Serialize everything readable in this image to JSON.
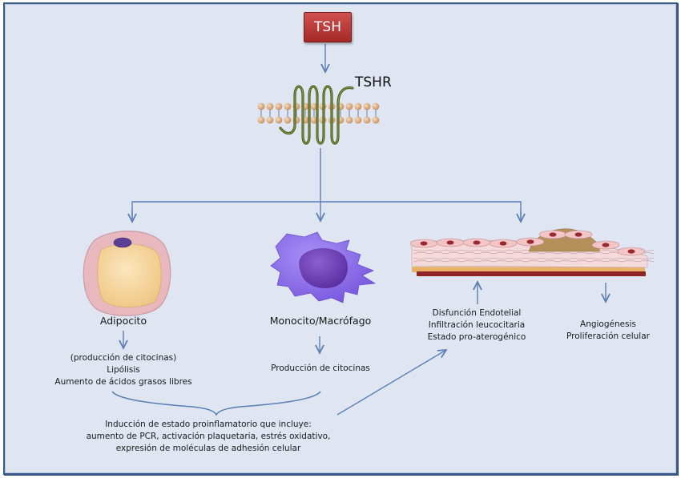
{
  "diagram": {
    "top_node": "TSH",
    "receptor_label": "TSHR",
    "branches": {
      "adipocyte": {
        "title": "Adipocito",
        "effects": [
          "(producción de citocinas)",
          "Lipólisis",
          "Aumento de ácidos grasos libres"
        ]
      },
      "monocyte": {
        "title": "Monocito/Macrófago",
        "effects": [
          "Producción de citocinas"
        ]
      },
      "vessel": {
        "effects_up": [
          "Disfunción Endotelial",
          "Infiltración leucocitaria",
          "Estado pro-aterogénico"
        ],
        "effects_down": [
          "Angiogénesis",
          "Proliferación celular"
        ]
      }
    },
    "summary": [
      "Inducción de estado proinflamatorio que incluye:",
      "aumento de PCR, activación plaquetaria, estrés oxidativo,",
      "expresión de moléculas de adhesión celular"
    ]
  },
  "colors": {
    "background": "#dfe6f1",
    "frame": "#3a5a8a",
    "arrow": "#5a7fb5",
    "tsh_box": "#b83835",
    "receptor": "#4e5e22",
    "lipid": "#e0b88a",
    "adipocyte_fat": "#f7d9a0",
    "adipocyte_membrane": "#e9b8bf",
    "macrophage": "#8a6be8",
    "macrophage_nucleus": "#6a3fb4",
    "vessel_cells": "#f2c6c6",
    "vessel_nuclei": "#9a2a30",
    "plaque": "#b4905a",
    "vessel_wall": "#8e2424"
  }
}
